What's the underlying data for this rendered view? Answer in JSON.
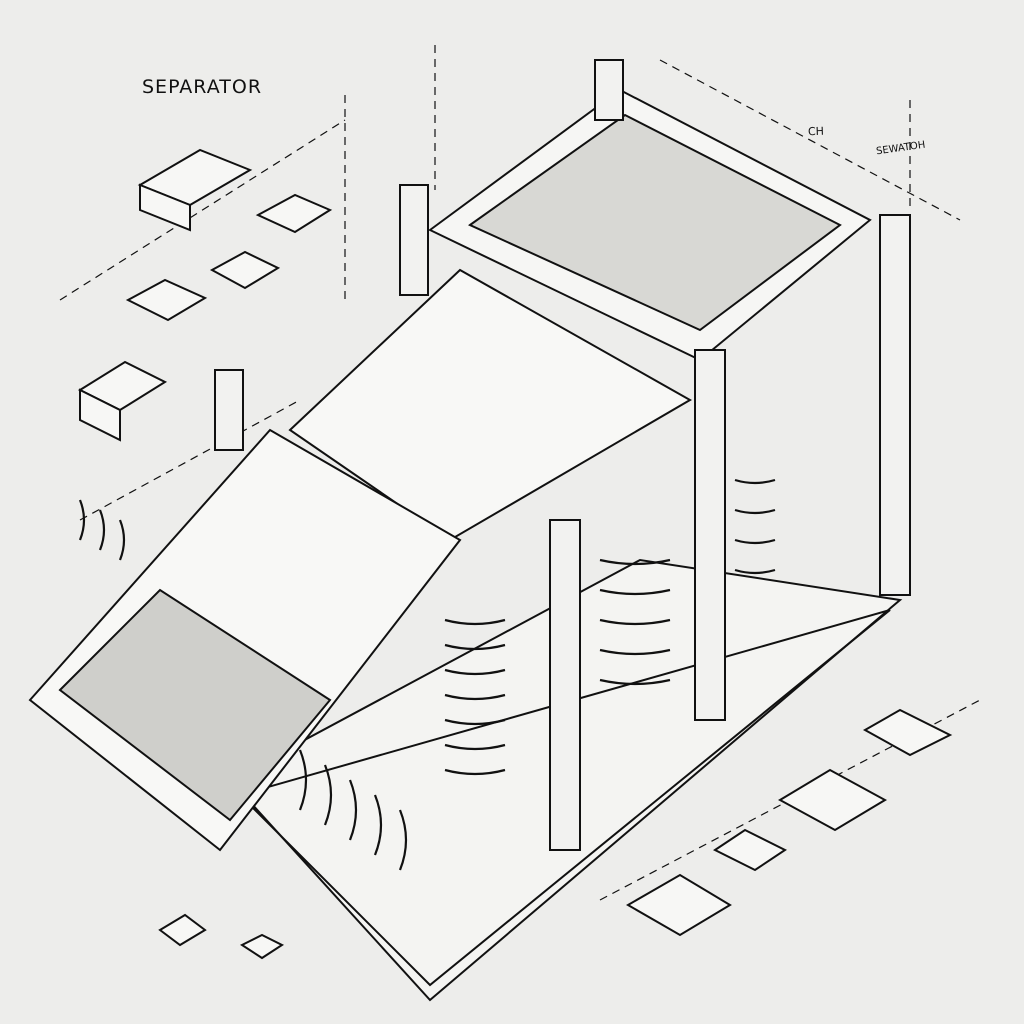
{
  "labels": {
    "title": "SEPARATOR",
    "annotation_small": "CH",
    "annotation_right": "SEWATOH"
  },
  "illustration": {
    "subject": "Isometric pencil sketch of a vibrating brick separator machine with springs, conveyor chute, hopper of bricks",
    "bricks_scattered": 11
  }
}
